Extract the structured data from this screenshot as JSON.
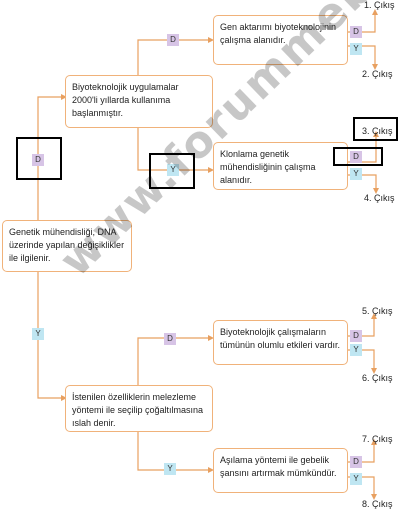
{
  "nodes": {
    "root": "Genetik mühendisliği, DNA üzerinde yapılan değişiklikler ile ilgilenir.",
    "upper": "Biyoteknolojik uygulamalar 2000'li yıllarda kullanıma başlanmıştır.",
    "lower": "İstenilen özelliklerin melezleme yöntemi ile seçilip çoğaltılmasına ıslah denir.",
    "q1": "Gen aktarımı biyoteknolojinin çalışma alanıdır.",
    "q2": "Klonlama genetik mühendisliğinin çalışma alanıdır.",
    "q3": "Biyoteknolojik çalışmaların tümünün olumlu etkileri vardır.",
    "q4": "Aşılama yöntemi ile gebelik şansını artırmak mümkündür."
  },
  "labels": {
    "d": "D",
    "y": "Y"
  },
  "exits": [
    "1. Çıkış",
    "2. Çıkış",
    "3. Çıkış",
    "4. Çıkış",
    "5. Çıkış",
    "6. Çıkış",
    "7. Çıkış",
    "8. Çıkış"
  ],
  "watermark": "www.forummeb.com",
  "colors": {
    "box_border": "#f0b27a",
    "line": "#e8a060",
    "tag_d": "#d7c4e6",
    "tag_y": "#bfe6f2"
  }
}
